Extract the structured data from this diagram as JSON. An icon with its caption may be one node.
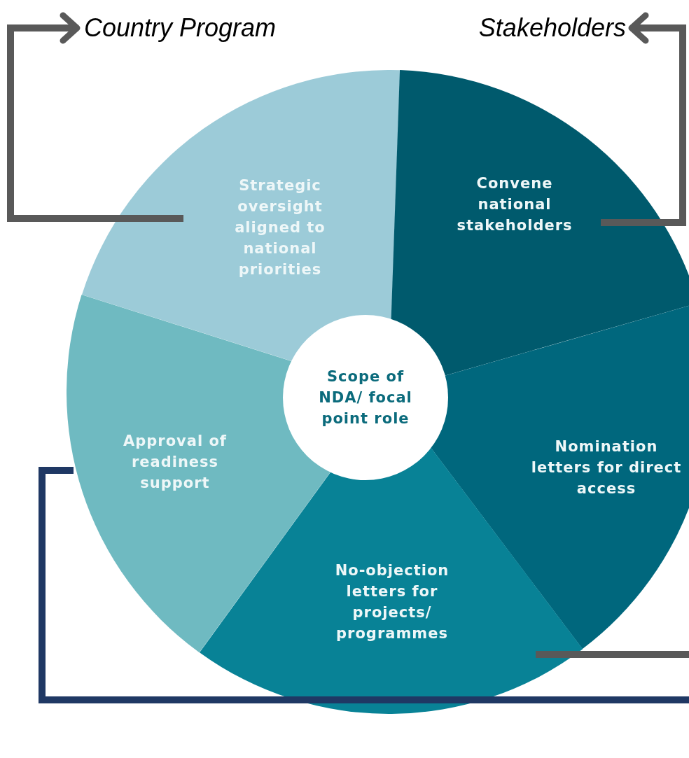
{
  "diagram": {
    "nodes": [
      {
        "text": [
          "Country Program"
        ]
      },
      {
        "text": [
          "Stakeholders"
        ]
      },
      {
        "text": [
          "Strategic oversight aligned to national priorities"
        ]
      },
      {
        "text": [
          "Convene national stakeholders"
        ]
      },
      {
        "text": [
          "Scope of NDA/ focal point role"
        ]
      },
      {
        "text": [
          "Approval of readiness support"
        ]
      },
      {
        "text": [
          "Nomination letters for direct access"
        ]
      },
      {
        "text": [
          "No-objection letters for projects/ programmes"
        ]
      }
    ],
    "edges": [
      {
        "from": 2,
        "to": 0,
        "arrow": "to"
      },
      {
        "from": 3,
        "to": 1,
        "arrow": "to"
      },
      {
        "from": 7,
        "to": null,
        "arrow": "none"
      },
      {
        "from": 5,
        "to": null,
        "arrow": "none",
        "color": "#1f3864"
      }
    ]
  }
}
